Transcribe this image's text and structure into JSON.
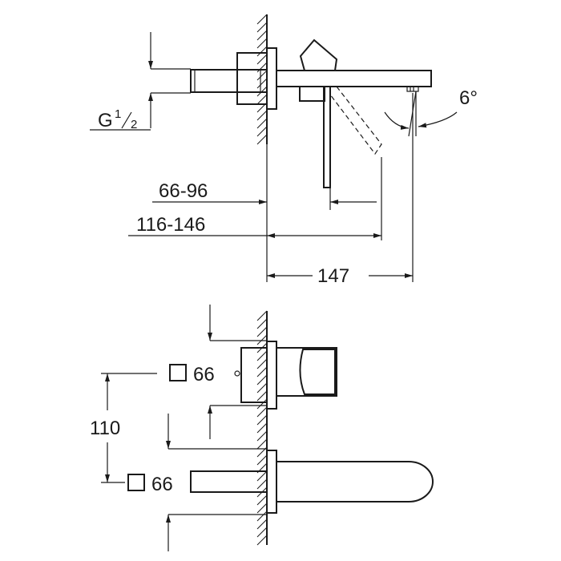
{
  "top_view": {
    "thread_label": "G",
    "thread_fraction_num": "1",
    "thread_fraction_den": "2",
    "dim_wall_depth": "66-96",
    "dim_total_depth": "116-146",
    "dim_spout_reach": "147",
    "angle_label": "6°"
  },
  "front_view": {
    "square_symbol": "□",
    "handle_plate_size": "66",
    "spout_plate_size": "66",
    "vertical_spacing": "110"
  }
}
